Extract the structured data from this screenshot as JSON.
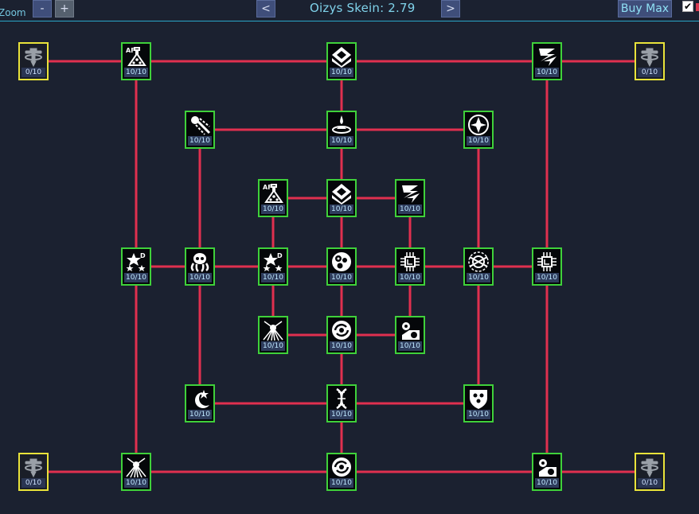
{
  "toolbar": {
    "zoom_label": "Zoom",
    "zoom_out_label": "-",
    "zoom_in_label": "+",
    "prev_label": "<",
    "next_label": ">",
    "title": "Oizys Skein: 2.79",
    "buy_max_label": "Buy Max",
    "checkbox_mark": "✔"
  },
  "colors": {
    "active_border": "#3fd13a",
    "locked_border": "#e9e33a",
    "link": "#e0304f"
  },
  "nodes": [
    {
      "id": "n0",
      "icon": "drill-icon",
      "level": "0/10",
      "state": "locked"
    },
    {
      "id": "n1",
      "icon": "flask-af-icon",
      "level": "10/10",
      "state": "active"
    },
    {
      "id": "n2",
      "icon": "chevron-diamond-icon",
      "level": "10/10",
      "state": "active"
    },
    {
      "id": "n3",
      "icon": "lightning-icon",
      "level": "10/10",
      "state": "active"
    },
    {
      "id": "n4",
      "icon": "drill-icon",
      "level": "0/10",
      "state": "locked"
    },
    {
      "id": "n5",
      "icon": "comet-cluster-icon",
      "level": "10/10",
      "state": "active"
    },
    {
      "id": "n6",
      "icon": "droplet-splash-icon",
      "level": "10/10",
      "state": "active"
    },
    {
      "id": "n7",
      "icon": "compass-ship-icon",
      "level": "10/10",
      "state": "active"
    },
    {
      "id": "n8",
      "icon": "flask-af-icon",
      "level": "10/10",
      "state": "active"
    },
    {
      "id": "n9",
      "icon": "chevron-diamond-icon",
      "level": "10/10",
      "state": "active"
    },
    {
      "id": "n10",
      "icon": "lightning-icon",
      "level": "10/10",
      "state": "active"
    },
    {
      "id": "n11",
      "icon": "stars-d-icon",
      "level": "10/10",
      "state": "active"
    },
    {
      "id": "n12",
      "icon": "octopus-skull-icon",
      "level": "10/10",
      "state": "active"
    },
    {
      "id": "n13",
      "icon": "stars-d-icon",
      "level": "10/10",
      "state": "active"
    },
    {
      "id": "n14",
      "icon": "cells-icon",
      "level": "10/10",
      "state": "active"
    },
    {
      "id": "n15",
      "icon": "circuit-chip-icon",
      "level": "10/10",
      "state": "active"
    },
    {
      "id": "n16",
      "icon": "crossed-planet-icon",
      "level": "10/10",
      "state": "active"
    },
    {
      "id": "n17",
      "icon": "circuit-chip-icon",
      "level": "10/10",
      "state": "active"
    },
    {
      "id": "n18",
      "icon": "starburst-icon",
      "level": "10/10",
      "state": "active"
    },
    {
      "id": "n19",
      "icon": "spiral-galaxy-icon",
      "level": "10/10",
      "state": "active"
    },
    {
      "id": "n20",
      "icon": "gears-icon",
      "level": "10/10",
      "state": "active"
    },
    {
      "id": "n21",
      "icon": "crescent-star-icon",
      "level": "10/10",
      "state": "active"
    },
    {
      "id": "n22",
      "icon": "dna-icon",
      "level": "10/10",
      "state": "active"
    },
    {
      "id": "n23",
      "icon": "shield-crest-icon",
      "level": "10/10",
      "state": "active"
    },
    {
      "id": "n24",
      "icon": "drill-icon",
      "level": "0/10",
      "state": "locked"
    },
    {
      "id": "n25",
      "icon": "starburst-icon",
      "level": "10/10",
      "state": "active"
    },
    {
      "id": "n26",
      "icon": "spiral-galaxy-icon",
      "level": "10/10",
      "state": "active"
    },
    {
      "id": "n27",
      "icon": "gears-icon",
      "level": "10/10",
      "state": "active"
    },
    {
      "id": "n28",
      "icon": "drill-icon",
      "level": "0/10",
      "state": "locked"
    }
  ]
}
